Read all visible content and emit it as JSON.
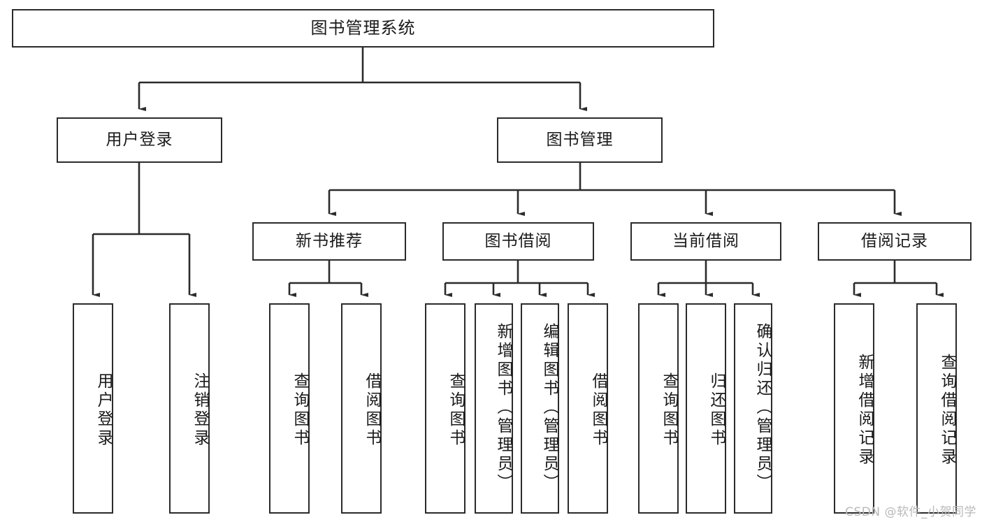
{
  "diagram": {
    "title": "图书管理系统",
    "type": "tree-hierarchy-diagram",
    "watermark": "CSDN @软件_小贺同学",
    "colors": {
      "box_border": "#2b2b2b",
      "box_fill": "#ffffff",
      "connector": "#2b2b2b",
      "text": "#1a1a1a",
      "watermark": "#b9b9b9",
      "background": "#ffffff"
    }
  },
  "root": {
    "label": "图书管理系统"
  },
  "level2": [
    {
      "label": "用户登录"
    },
    {
      "label": "图书管理"
    }
  ],
  "level3": [
    {
      "label": "新书推荐"
    },
    {
      "label": "图书借阅"
    },
    {
      "label": "当前借阅"
    },
    {
      "label": "借阅记录"
    }
  ],
  "leaves": {
    "user_login": [
      {
        "label": "用户登录"
      },
      {
        "label": "注销登录"
      }
    ],
    "new_book_recommend": [
      {
        "label": "查询图书"
      },
      {
        "label": "借阅图书"
      }
    ],
    "book_borrow": [
      {
        "label": "查询图书"
      },
      {
        "label": "新增图书（管理员）"
      },
      {
        "label": "编辑图书（管理员）"
      },
      {
        "label": "借阅图书"
      }
    ],
    "current_borrow": [
      {
        "label": "查询图书"
      },
      {
        "label": "归还图书"
      },
      {
        "label": "确认归还（管理员）"
      }
    ],
    "borrow_record": [
      {
        "label": "新增借阅记录"
      },
      {
        "label": "查询借阅记录"
      }
    ]
  }
}
